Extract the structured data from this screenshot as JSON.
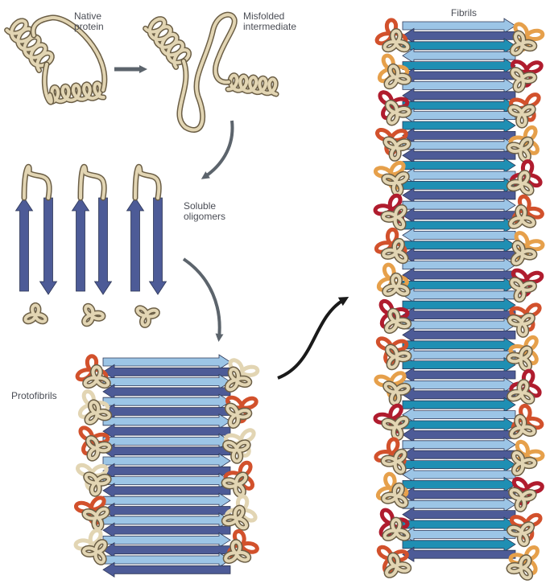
{
  "labels": {
    "native": "Native\nprotein",
    "misfolded": "Misfolded\nintermediate",
    "oligomers": "Soluble\noligomers",
    "protofibrils": "Protofibrils",
    "fibrils": "Fibrils"
  },
  "colors": {
    "coil_outer": "#6b5e45",
    "coil_fill": "#e2d5b3",
    "strand_dark": "#4d5b97",
    "strand_light": "#9cc5e6",
    "strand_teal": "#1f8fb3",
    "loop_red": "#d2512c",
    "loop_orange": "#e6a04b",
    "loop_crimson": "#b01c2e",
    "arrow_gray": "#5c646c",
    "arrow_black": "#1a1a1a"
  },
  "icons": [
    "native-protein-coil",
    "misfolded-intermediate-coil",
    "beta-hairpin",
    "protofibril-stack",
    "fibril-stack"
  ]
}
